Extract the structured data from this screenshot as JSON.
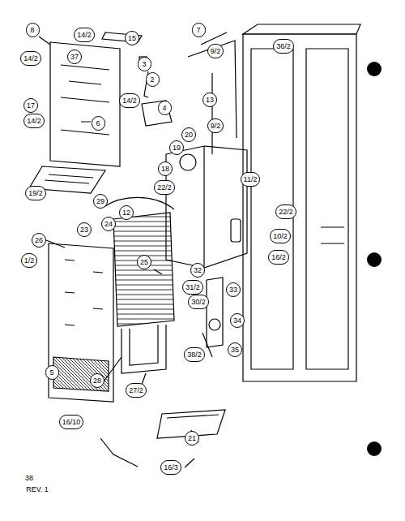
{
  "diagram": {
    "labels": [
      "8",
      "14/2",
      "15",
      "37",
      "3",
      "14/2",
      "2",
      "17",
      "14/2",
      "6",
      "14/2",
      "4",
      "19/2",
      "22/2",
      "7",
      "9/2",
      "36/2",
      "13",
      "20",
      "9/2",
      "19",
      "18",
      "11/2",
      "22/2",
      "10/2",
      "16/2",
      "29",
      "12",
      "24",
      "23",
      "26",
      "1/2",
      "25",
      "32",
      "31/2",
      "30/2",
      "33",
      "34",
      "35",
      "38/2",
      "5",
      "28",
      "27/2",
      "16/10",
      "21",
      "16/3",
      "38",
      "REV. 1"
    ]
  }
}
